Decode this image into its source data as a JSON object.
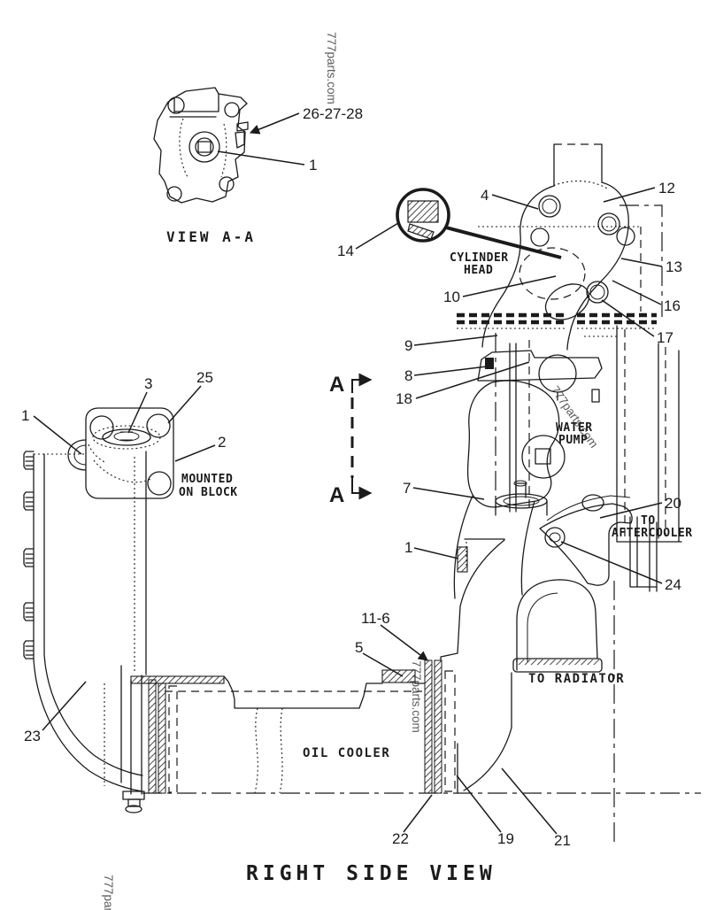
{
  "diagram": {
    "title": "RIGHT SIDE VIEW",
    "watermark": "777parts.com",
    "view_aa_caption": "VIEW A-A",
    "section_letter": "A",
    "labels": {
      "cylinder_head_l1": "CYLINDER",
      "cylinder_head_l2": "HEAD",
      "water_pump_l1": "WATER",
      "water_pump_l2": "PUMP",
      "mounted_l1": "MOUNTED",
      "mounted_l2": "ON BLOCK",
      "aftercooler_l1": "TO",
      "aftercooler_l2": "AFTERCOOLER",
      "to_radiator": "TO RADIATOR",
      "oil_cooler": "OIL COOLER"
    },
    "callouts": {
      "group_262728": "26-27-28",
      "n1_top": "1",
      "n4": "4",
      "n12": "12",
      "n14": "14",
      "n13": "13",
      "n10": "10",
      "n16": "16",
      "n17": "17",
      "n9": "9",
      "n8": "8",
      "n18": "18",
      "n7": "7",
      "n20": "20",
      "n24": "24",
      "n1_mid": "1",
      "n1_left": "1",
      "n3": "3",
      "n25": "25",
      "n2": "2",
      "n23": "23",
      "n11_6": "11-6",
      "n5": "5",
      "n22": "22",
      "n19": "19",
      "n21": "21"
    },
    "colors": {
      "line": "#1b1b1b",
      "background": "#ffffff",
      "watermark": "#3f3f3f"
    }
  }
}
